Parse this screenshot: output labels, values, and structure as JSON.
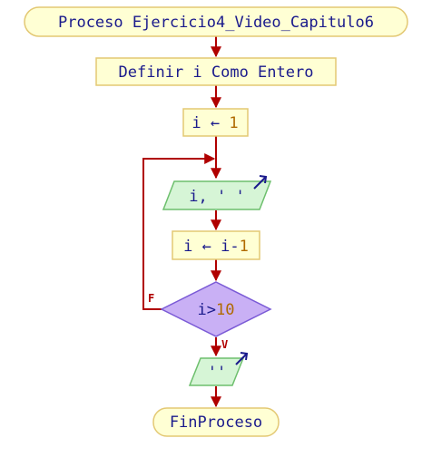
{
  "diagram": {
    "start": {
      "keyword": "Proceso",
      "name": "Ejercicio4_Video_Capitulo6"
    },
    "define": "Definir i Como Entero",
    "assign1": {
      "var": "i",
      "op": "←",
      "value": "1"
    },
    "output1": {
      "text": "i, ' '"
    },
    "assign2": {
      "var": "i",
      "op": "←",
      "expr_var": "i-",
      "expr_num": "1"
    },
    "decision": {
      "var": "i>",
      "num": "10"
    },
    "label_false": "F",
    "label_true": "V",
    "output2": {
      "text": "''"
    },
    "end": "FinProceso",
    "colors": {
      "process_fill": "#ffffd4",
      "process_stroke": "#e3c873",
      "io_fill": "#d6f5d6",
      "io_stroke": "#6dbf6d",
      "decision_fill": "#c9b0f5",
      "decision_stroke": "#7b5bd6",
      "edge": "#b00000",
      "text": "#1a1a8c",
      "number": "#b06a00"
    }
  }
}
